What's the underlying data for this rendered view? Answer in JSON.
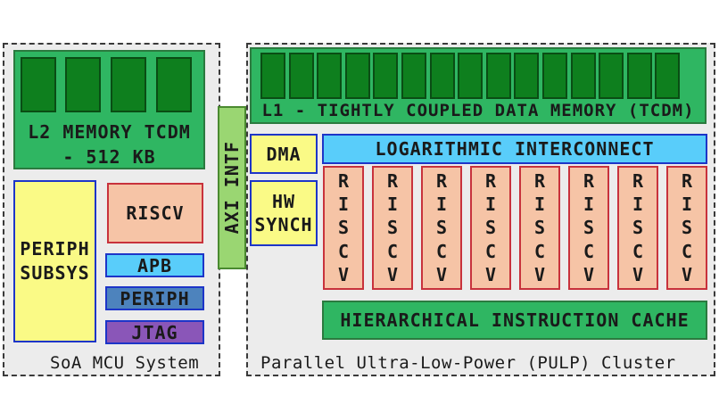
{
  "mcu": {
    "l2_memory": {
      "line1": "L2 MEMORY TCDM",
      "line2": "- 512 KB"
    },
    "periph_subsys": {
      "line1": "PERIPH",
      "line2": "SUBSYS"
    },
    "riscv": "RISCV",
    "apb": "APB",
    "periph": "PERIPH",
    "jtag": "JTAG",
    "caption": "SoA MCU System"
  },
  "axi": "AXI INTF",
  "cluster": {
    "l1_memory": "L1 - TIGHTLY COUPLED DATA MEMORY (TCDM)",
    "dma": "DMA",
    "hw_synch": {
      "line1": "HW",
      "line2": "SYNCH"
    },
    "interconnect": "LOGARITHMIC INTERCONNECT",
    "cores": [
      [
        "R",
        "I",
        "S",
        "C",
        "V"
      ],
      [
        "R",
        "I",
        "S",
        "C",
        "V"
      ],
      [
        "R",
        "I",
        "S",
        "C",
        "V"
      ],
      [
        "R",
        "I",
        "S",
        "C",
        "V"
      ],
      [
        "R",
        "I",
        "S",
        "C",
        "V"
      ],
      [
        "R",
        "I",
        "S",
        "C",
        "V"
      ],
      [
        "R",
        "I",
        "S",
        "C",
        "V"
      ],
      [
        "R",
        "I",
        "S",
        "C",
        "V"
      ]
    ],
    "icache": "HIERARCHICAL INSTRUCTION CACHE",
    "caption": "Parallel Ultra-Low-Power (PULP) Cluster"
  },
  "colors": {
    "memory_green": "#2fb662",
    "bank_green": "#0e7f1e",
    "yellow": "#fafa86",
    "salmon": "#f6c4a6",
    "light_blue": "#59cdfa",
    "mid_blue": "#4d83bd",
    "purple": "#8a56b8",
    "axi_green": "#9ad672"
  }
}
